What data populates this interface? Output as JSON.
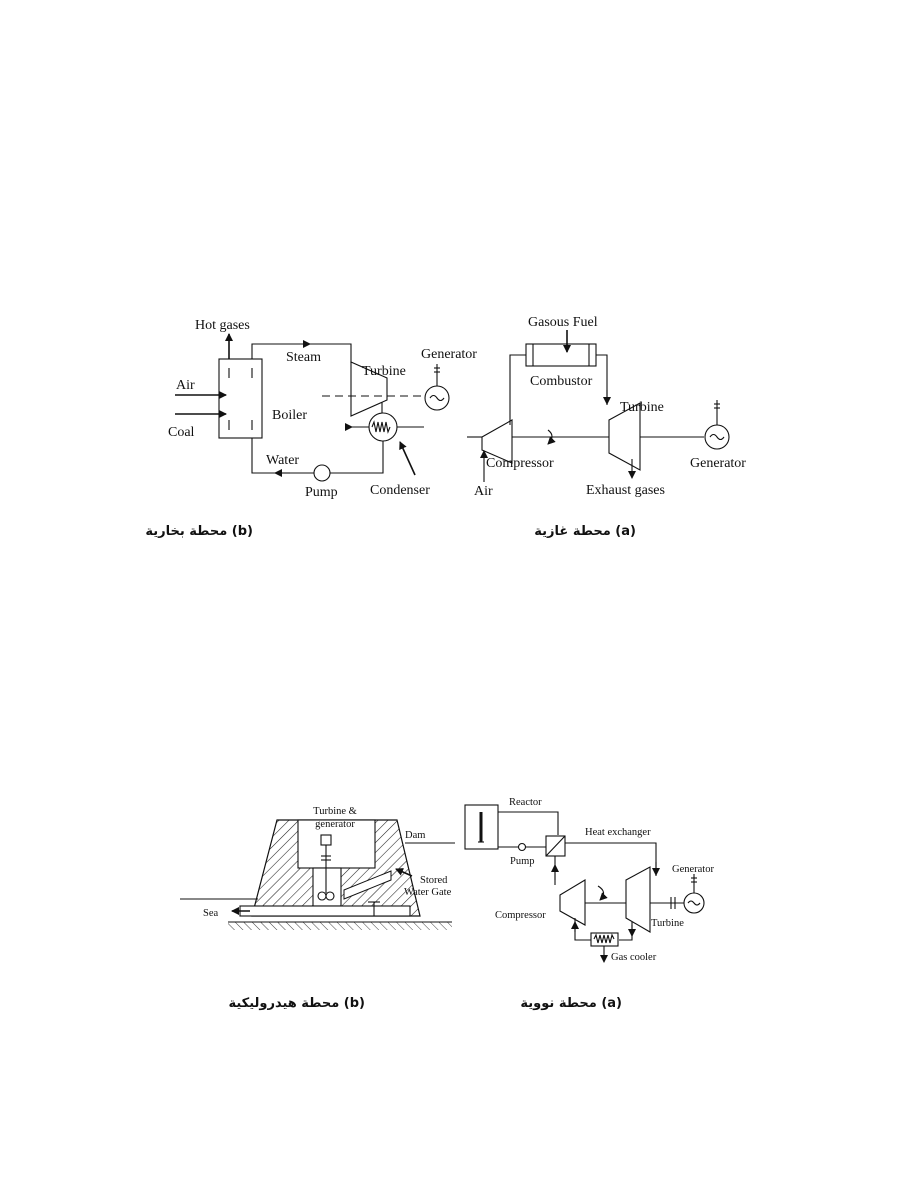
{
  "steam_plant": {
    "hot_gases": "Hot gases",
    "steam": "Steam",
    "turbine": "Turbine",
    "generator": "Generator",
    "air": "Air",
    "boiler": "Boiler",
    "coal": "Coal",
    "water": "Water",
    "pump": "Pump",
    "condenser": "Condenser",
    "caption": "(b) محطة بخارية"
  },
  "gas_plant": {
    "gasous_fuel": "Gasous Fuel",
    "combustor": "Combustor",
    "turbine": "Turbine",
    "compressor": "Compressor",
    "generator": "Generator",
    "air": "Air",
    "exhaust_gases": "Exhaust gases",
    "caption": "(a) محطة غازية"
  },
  "hydro_plant": {
    "turbine_generator_line1": "Turbine &",
    "turbine_generator_line2": "generator",
    "dam": "Dam",
    "stored_line1": "Stored",
    "stored_line2": "Water Gate",
    "sea": "Sea",
    "caption": "(b) محطة هيدروليكية"
  },
  "nuclear_plant": {
    "reactor": "Reactor",
    "heat_exchanger": "Heat exchanger",
    "pump": "Pump",
    "generator": "Generator",
    "compressor": "Compressor",
    "turbine": "Turbine",
    "gas_cooler": "Gas cooler",
    "caption": "(a) محطة نووية"
  }
}
